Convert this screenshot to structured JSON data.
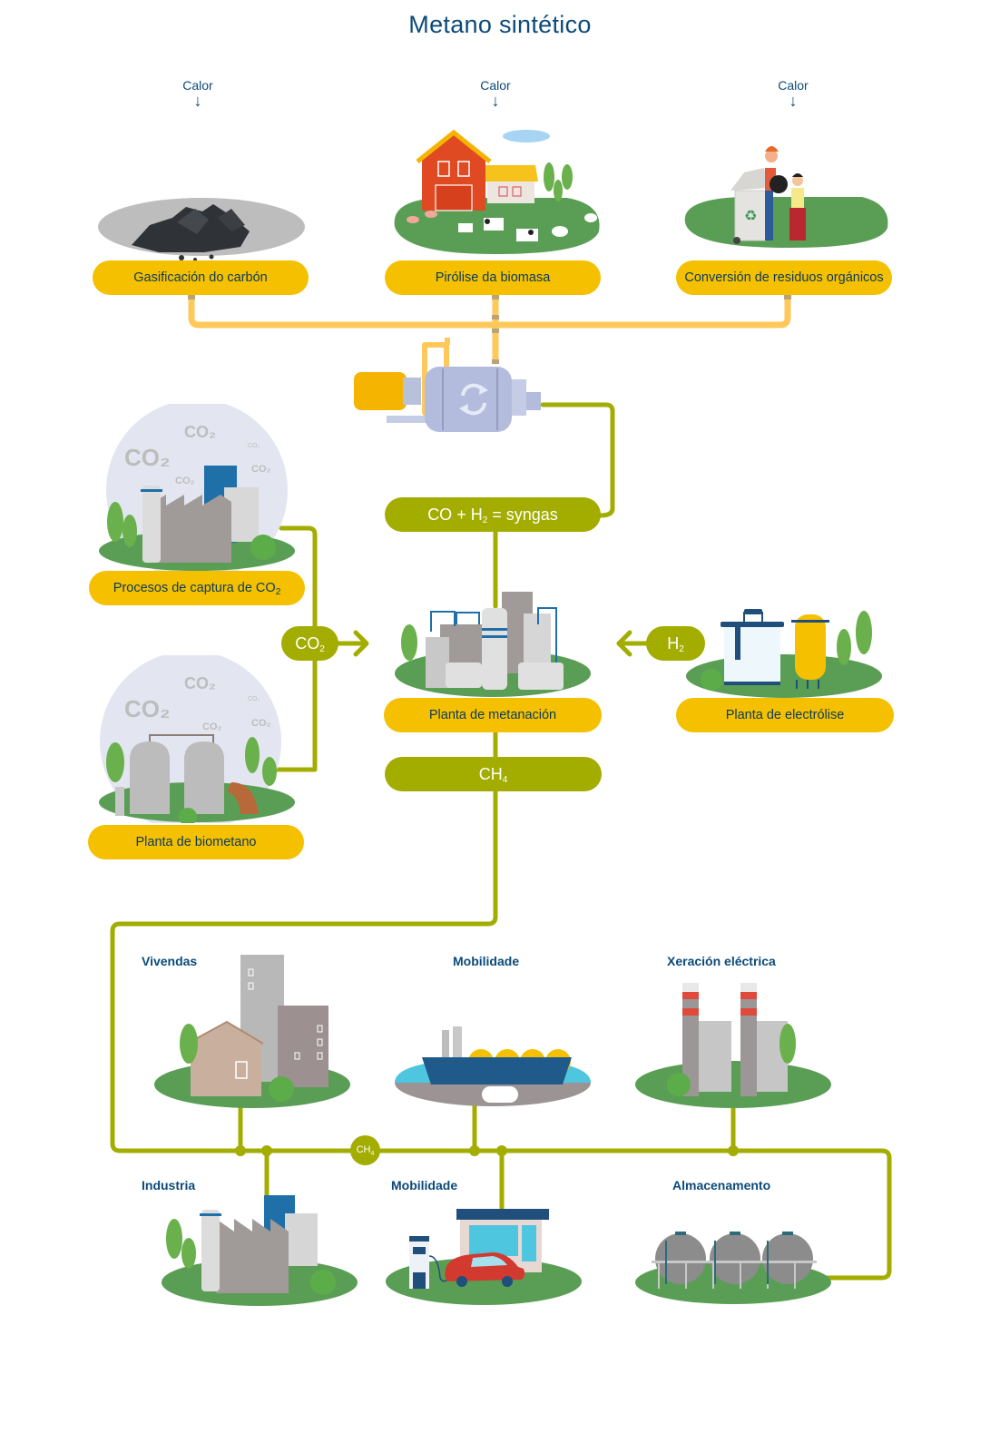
{
  "title": "Metano sintético",
  "heat_label": "Calor",
  "colors": {
    "title": "#0b4a7a",
    "yellow_pill": "#f4c000",
    "green_pipe": "#a3ad00",
    "yellow_pipe": "#ffc85a",
    "grass": "#5a9e55",
    "dark_text": "#0b3a5e"
  },
  "sources": [
    {
      "label": "Gasificación do carbón",
      "heat": "Calor",
      "icon": "coal-pile-icon"
    },
    {
      "label": "Pirólise da biomasa",
      "heat": "Calor",
      "icon": "farm-barn-icon"
    },
    {
      "label": "Conversión de residuos orgánicos",
      "heat": "Calor",
      "icon": "recycling-bin-icon"
    }
  ],
  "reactor": {
    "icon": "gasifier-reactor-icon"
  },
  "syngas": {
    "prefix": "CO  + H",
    "sub": "2",
    "suffix": " = syngas"
  },
  "co2_sources": [
    {
      "label_prefix": "Procesos de captura de CO",
      "label_sub": "2",
      "icon": "co2-factory-icon"
    },
    {
      "label_prefix": "Planta de biometano",
      "label_sub": "",
      "icon": "biomethane-plant-icon"
    }
  ],
  "co2_bubble": {
    "main": "CO",
    "sub": "2"
  },
  "co2_words": [
    {
      "main": "CO",
      "sub": "2"
    }
  ],
  "methanation": {
    "label": "Planta de metanación",
    "icon": "methanation-plant-icon"
  },
  "h2_bubble": {
    "main": "H",
    "sub": "2"
  },
  "electrolysis": {
    "label": "Planta de electrólise",
    "icon": "electrolysis-plant-icon"
  },
  "ch4": {
    "main": "CH",
    "sub": "4"
  },
  "ch4_node": {
    "main": "CH",
    "sub": "4"
  },
  "destinations": [
    {
      "label": "Vivendas",
      "icon": "houses-icon"
    },
    {
      "label": "Mobilidade",
      "icon": "lng-ship-icon"
    },
    {
      "label": "Xeración eléctrica",
      "icon": "power-plant-icon"
    },
    {
      "label": "Industria",
      "icon": "industry-icon"
    },
    {
      "label": "Mobilidade",
      "icon": "gas-station-car-icon"
    },
    {
      "label": "Almacenamento",
      "icon": "storage-spheres-icon"
    }
  ]
}
